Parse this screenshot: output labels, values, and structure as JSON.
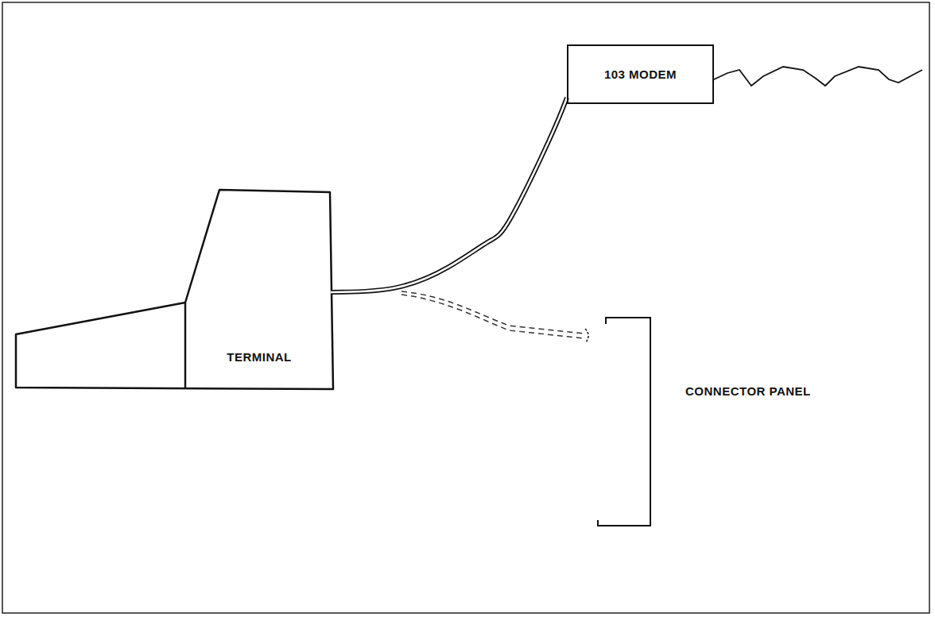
{
  "diagram": {
    "nodes": [
      {
        "text": [
          "TERMINAL"
        ]
      },
      {
        "text": [
          "103 MODEM"
        ]
      }
    ],
    "edges": [
      {
        "from": 0,
        "to": 1,
        "arrow": "none"
      }
    ],
    "labels": [
      "CONNECTOR PANEL"
    ]
  }
}
